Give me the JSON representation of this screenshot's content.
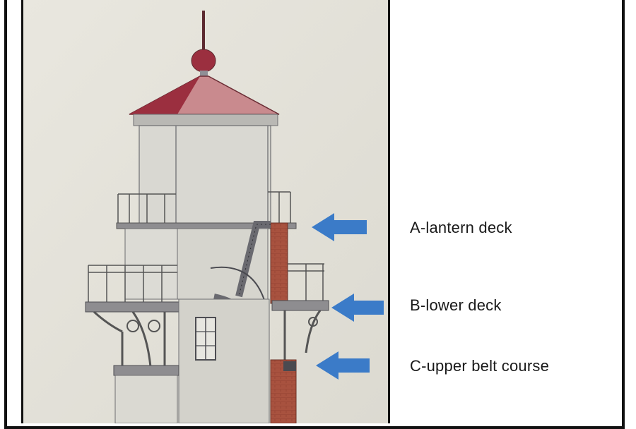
{
  "labels": {
    "a": "A-lantern deck",
    "b": "B-lower deck",
    "c": "C-upper belt course"
  },
  "colors": {
    "arrow": "#3b7bc8",
    "roof": "#9b2f3f",
    "brick": "#a8523f",
    "paper": "#e6e4dc"
  },
  "icons": [
    "arrow-left-icon"
  ]
}
